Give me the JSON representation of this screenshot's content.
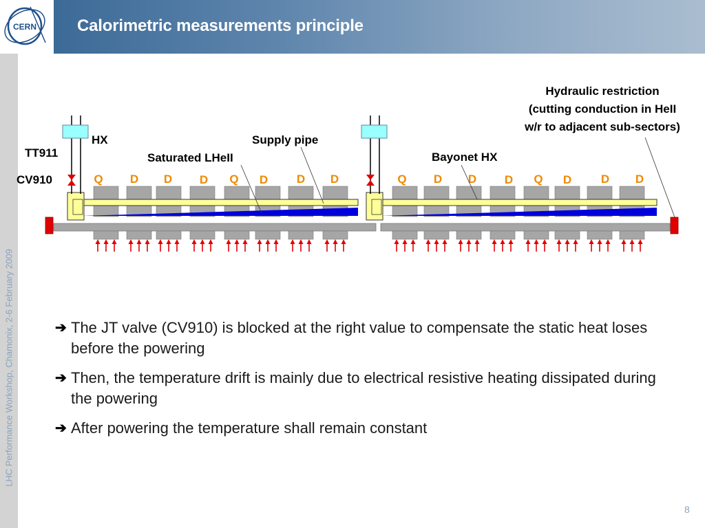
{
  "header": {
    "title": "Calorimetric measurements principle",
    "logo_text": "CERN"
  },
  "sidebar": {
    "text": "LHC Performance Workshop, Chamonix, 2-6 February 2009"
  },
  "diagram": {
    "labels": {
      "hx": "HX",
      "tt911": "TT911",
      "cv910": "CV910",
      "supply_pipe": "Supply pipe",
      "saturated": "Saturated LHeII",
      "bayonet": "Bayonet HX",
      "hydraulic_1": "Hydraulic restriction",
      "hydraulic_2": "(cutting conduction in HeII",
      "hydraulic_3": "w/r to adjacent sub-sectors)"
    },
    "magnet_labels": [
      "Q",
      "D",
      "D",
      "D",
      "Q",
      "D",
      "D",
      "D",
      "Q",
      "D",
      "D",
      "D",
      "Q",
      "D",
      "D",
      "D"
    ],
    "colors": {
      "orange": "#f08a00",
      "red": "#e00000",
      "yellow": "#ffff99",
      "blue": "#0000dd",
      "gray": "#a6a6a6",
      "cyan": "#99ffff"
    }
  },
  "bullets": [
    "The JT valve (CV910) is blocked at the right value to compensate the static heat loses before the powering",
    "Then, the temperature drift is mainly due to electrical resistive heating dissipated during the powering",
    "After powering the temperature shall remain constant"
  ],
  "footer": {
    "page": "8"
  }
}
